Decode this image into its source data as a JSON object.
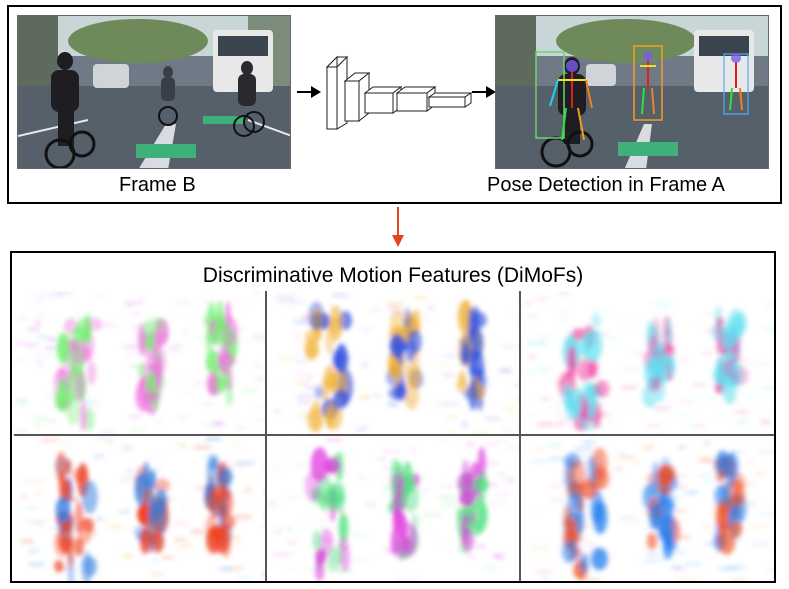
{
  "top": {
    "left_caption": "Frame B",
    "right_caption": "Pose Detection in Frame A"
  },
  "bottom": {
    "title": "Discriminative Motion Features (DiMoFs)"
  },
  "colors": {
    "arrow_down": "#e2461b",
    "border": "#000000",
    "skeleton_box_green": "#6fd36f",
    "skeleton_box_orange": "#f0a020"
  },
  "icons": {
    "network": "cnn-network-icon",
    "arrow_right": "arrow-right-icon",
    "arrow_down": "arrow-down-icon"
  },
  "feature_maps": [
    {
      "palette": [
        "#f070e0",
        "#70f070",
        "#c040f0",
        "#90d0f0"
      ]
    },
    {
      "palette": [
        "#f0b030",
        "#3050e0",
        "#9070e0",
        "#f060c0"
      ]
    },
    {
      "palette": [
        "#f040a0",
        "#60e0f0",
        "#f080c0",
        "#a0f0f0"
      ]
    },
    {
      "palette": [
        "#f04020",
        "#3080e0",
        "#f0c040",
        "#60b0f0"
      ]
    },
    {
      "palette": [
        "#e040e0",
        "#50e080",
        "#f080f0",
        "#a0f0a0"
      ]
    },
    {
      "palette": [
        "#f05020",
        "#2080f0",
        "#f0a040",
        "#60c0f0"
      ]
    }
  ]
}
